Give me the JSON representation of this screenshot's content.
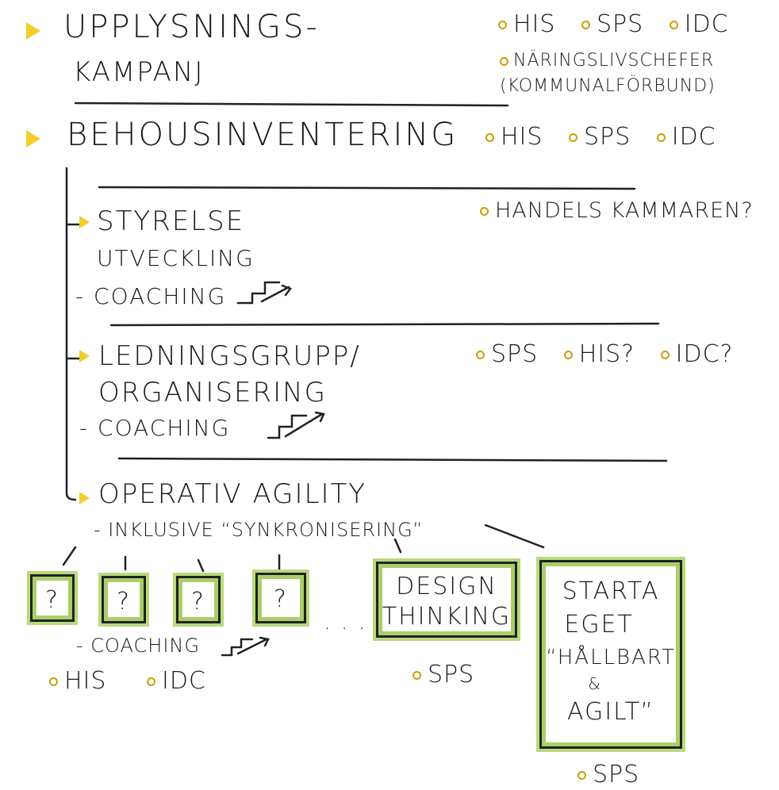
{
  "sections": {
    "kampanj": {
      "title_line1": "UPPLYSNINGS-",
      "title_line2": "KAMPANJ",
      "orgs_line1": [
        "HIS",
        "SPS",
        "IDC"
      ],
      "orgs_line2": "NÄRINGSLIVSCHEFER",
      "orgs_line3": "(KOMMUNALFÖRBUND)"
    },
    "behov": {
      "title": "BEHOUSINVENTERING",
      "orgs": [
        "HIS",
        "SPS",
        "IDC"
      ]
    },
    "styrelse": {
      "title_line1": "STYRELSE",
      "title_line2": "UTVECKLING",
      "coaching": "COACHING",
      "org": "HANDELS KAMMAREN?"
    },
    "ledning": {
      "title_line1": "LEDNINGSGRUPP/",
      "title_line2": "ORGANISERING",
      "coaching": "COACHING",
      "orgs": [
        "SPS",
        "HIS?",
        "IDC?"
      ]
    },
    "operativ": {
      "title": "OPERATIV AGILITY",
      "subtitle_prefix": "- INKLUSIVE",
      "subtitle_quote": "“SYNKRONISERING”",
      "unknown_boxes": [
        "?",
        "?",
        "?",
        "?"
      ],
      "ellipsis": ". . .",
      "coaching": "COACHING",
      "orgs": [
        "HIS",
        "IDC"
      ],
      "design_box": [
        "DESIGN",
        "THINKING"
      ],
      "design_org": "SPS",
      "starta_box": [
        "STARTA",
        "EGET",
        "“HÅLLBART",
        "&",
        "AGILT”"
      ],
      "starta_org": "SPS"
    }
  },
  "colors": {
    "accent_triangle": "#f1cf2a",
    "box_green": "#a8cf6a",
    "ink": "#1a1a1a",
    "bullet": "#c8a000"
  }
}
